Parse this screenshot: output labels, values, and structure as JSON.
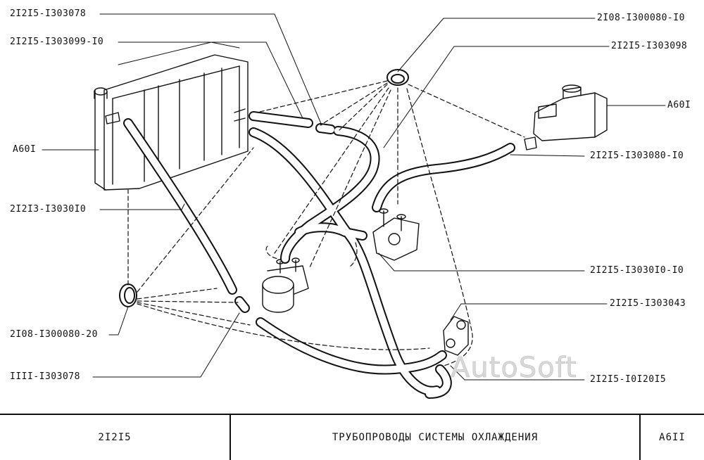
{
  "labels": {
    "l1": "2I2I5-I303078",
    "l2": "2I2I5-I303099-I0",
    "l3": "A60I",
    "l4": "2I2I3-I3030I0",
    "l5": "2I08-I300080-20",
    "l6": "IIII-I303078",
    "r1": "2I08-I300080-I0",
    "r2": "2I2I5-I303098",
    "r3": "A60I",
    "r4": "2I2I5-I303080-I0",
    "r5": "2I2I5-I3030I0-I0",
    "r6": "2I2I5-I303043",
    "r7": "2I2I5-I0I20I5"
  },
  "watermark": "AutoSoft",
  "footer": {
    "model": "2I2I5",
    "title": "ТРУБОПРОВОДЫ СИСТЕМЫ ОХЛАЖДЕНИЯ",
    "code": "A6II"
  },
  "colors": {
    "ink": "#111111",
    "paper": "#ffffff"
  }
}
